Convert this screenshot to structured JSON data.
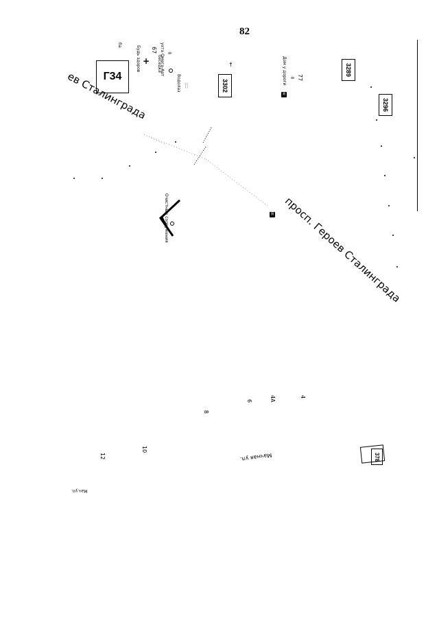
{
  "page": {
    "number": "82"
  },
  "map": {
    "grid_label": "Г34",
    "building_numbers": [
      "3302",
      "3289",
      "3296",
      "378"
    ],
    "streets": {
      "main_left": "ев Сталинграда",
      "main_right": "просп. Героев Сталинграда",
      "lower_mid": "Мачная ул.",
      "lower_left": "Мач.ул."
    },
    "poi_labels": {
      "kafe_omega": "ухта Омега-Арт",
      "besedka": "беседка",
      "besedka_num": "67",
      "bud_zdorov": "Будь здоров",
      "ba": "ба",
      "vodolaz": "Водолаз",
      "dom_u_dorogi": "Дом у дороги",
      "dom_num": "77",
      "ochistnye": "Очистные сооружения"
    },
    "house_numbers": [
      "4",
      "4А",
      "6",
      "8",
      "10",
      "12"
    ]
  }
}
